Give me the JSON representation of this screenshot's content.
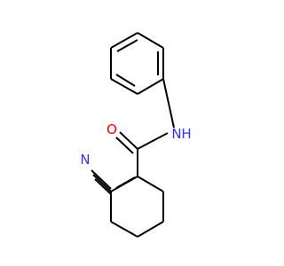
{
  "molecule": {
    "atoms": {
      "nitrogen_amide": {
        "symbol": "N",
        "hydrogen": "H"
      },
      "oxygen_carbonyl": {
        "symbol": "O"
      },
      "nitrogen_nitrile": {
        "symbol": "N"
      }
    },
    "colors": {
      "bond": "#000000",
      "nitrogen": "#3333ff",
      "oxygen": "#ff0000",
      "background": "#ffffff"
    }
  }
}
